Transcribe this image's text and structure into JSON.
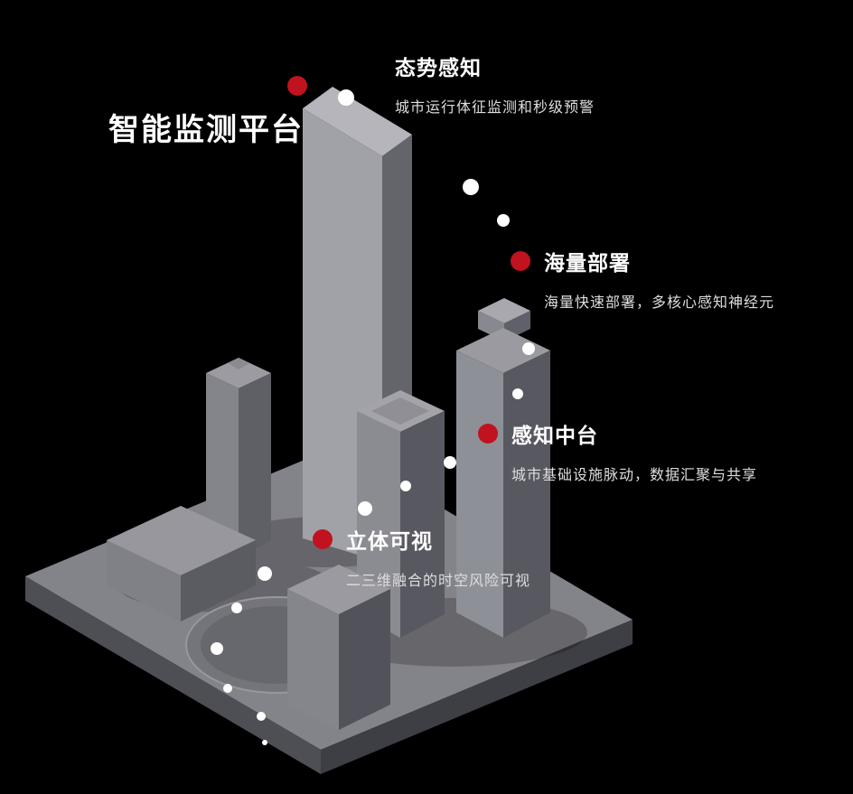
{
  "title": "智能监测平台",
  "features": [
    {
      "label": "态势感知",
      "desc": "城市运行体征监测和秒级预警"
    },
    {
      "label": "海量部署",
      "desc": "海量快速部署，多核心感知神经元"
    },
    {
      "label": "感知中台",
      "desc": "城市基础设施脉动，数据汇聚与共享"
    },
    {
      "label": "立体可视",
      "desc": "二三维融合的时空风险可视"
    }
  ],
  "illustration": {
    "description": "isometric gray 3d city model on dark background with dotted white trail"
  },
  "colors": {
    "background": "#000000",
    "accent_red": "#c1121f",
    "trail_dot": "#ffffff",
    "building_light": "#a0a2a8",
    "building_dark": "#585860",
    "platform": "#83838a"
  }
}
